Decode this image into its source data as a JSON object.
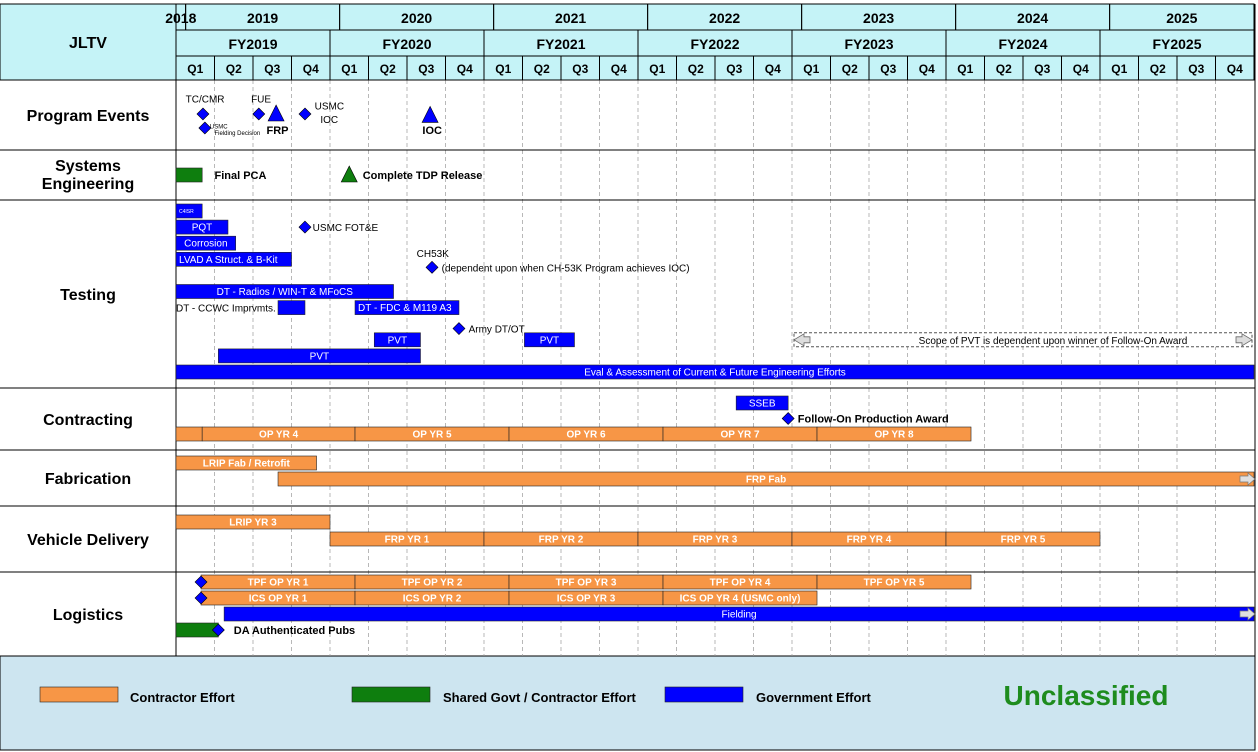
{
  "chart_data": {
    "type": "gantt",
    "title": "JLTV",
    "time_unit": "fiscal quarter index (0 = FY2019 Q1)",
    "calendar_years": [
      {
        "label": "2018",
        "start": 0,
        "end": 0.25
      },
      {
        "label": "2019",
        "start": 0.25,
        "end": 4.25
      },
      {
        "label": "2020",
        "start": 4.25,
        "end": 8.25
      },
      {
        "label": "2021",
        "start": 8.25,
        "end": 12.25
      },
      {
        "label": "2022",
        "start": 12.25,
        "end": 16.25
      },
      {
        "label": "2023",
        "start": 16.25,
        "end": 20.25
      },
      {
        "label": "2024",
        "start": 20.25,
        "end": 24.25
      },
      {
        "label": "2025",
        "start": 24.25,
        "end": 28
      }
    ],
    "fiscal_years": [
      "FY2019",
      "FY2020",
      "FY2021",
      "FY2022",
      "FY2023",
      "FY2024",
      "FY2025"
    ],
    "quarters": [
      "Q1",
      "Q2",
      "Q3",
      "Q4"
    ],
    "colors": {
      "contractor": "#F79646",
      "shared": "#0E7E0E",
      "government": "#0000FF",
      "milestone": "#0000FF",
      "header_fill": "#C5F3F7",
      "footer_fill": "#CDE5F0",
      "unclassified": "#1E8C1E"
    },
    "rows": [
      {
        "name": "Program Events",
        "bars": [],
        "milestones": [
          {
            "shape": "diamond",
            "color": "milestone",
            "at": 0.7,
            "lane": 0
          },
          {
            "shape": "diamond",
            "color": "milestone",
            "at": 0.75,
            "lane": 1
          },
          {
            "shape": "diamond",
            "color": "milestone",
            "at": 2.15,
            "lane": 0
          },
          {
            "shape": "triangle",
            "color": "milestone",
            "at": 2.6,
            "lane": 0
          },
          {
            "shape": "diamond",
            "color": "milestone",
            "at": 3.35,
            "lane": 0
          },
          {
            "shape": "triangle",
            "color": "milestone",
            "at": 6.6,
            "lane": 0.1
          }
        ],
        "labels": [
          {
            "text": "TC/CMR",
            "at": 0.25,
            "lane": -1.1,
            "bold": false
          },
          {
            "text": "FUE",
            "at": 1.95,
            "lane": -1.1,
            "bold": false
          },
          {
            "text": "USMC",
            "at": 3.6,
            "lane": -0.6,
            "bold": false
          },
          {
            "text": "IOC",
            "at": 3.75,
            "lane": 0.35,
            "bold": false
          },
          {
            "text": "USMC",
            "at": 0.88,
            "lane": 0.75,
            "bold": false,
            "small": true
          },
          {
            "text": "Fielding Decision",
            "at": 1.0,
            "lane": 1.2,
            "bold": false,
            "small": true
          },
          {
            "text": "FRP",
            "at": 2.35,
            "lane": 1.15,
            "bold": true
          },
          {
            "text": "IOC",
            "at": 6.4,
            "lane": 1.15,
            "bold": true
          }
        ]
      },
      {
        "name": "Systems Engineering",
        "bars": [
          {
            "label": "",
            "start": 0,
            "end": 0.68,
            "color": "shared",
            "lane": 0
          }
        ],
        "milestones": [
          {
            "shape": "triangle",
            "color": "shared",
            "at": 4.5,
            "lane": 0
          }
        ],
        "labels": [
          {
            "text": "Final PCA",
            "at": 1.0,
            "lane": 0,
            "bold": true
          },
          {
            "text": "Complete TDP Release",
            "at": 4.85,
            "lane": 0,
            "bold": true
          }
        ]
      },
      {
        "name": "Testing",
        "bars": [
          {
            "label": "C4ISR",
            "start": 0,
            "end": 0.68,
            "color": "government",
            "lane": 0
          },
          {
            "label": "PQT",
            "start": 0,
            "end": 1.35,
            "color": "government",
            "lane": 1
          },
          {
            "label": "Corrosion",
            "start": 0,
            "end": 1.55,
            "color": "government",
            "lane": 2
          },
          {
            "label": "LVAD A Struct. & B-Kit",
            "start": 0,
            "end": 3.0,
            "color": "government",
            "lane": 3
          },
          {
            "label": "DT - Radios / WIN-T & MFoCS",
            "start": 0,
            "end": 5.65,
            "color": "government",
            "lane": 5
          },
          {
            "label": "",
            "start": 2.65,
            "end": 3.35,
            "color": "government",
            "lane": 6
          },
          {
            "label": "DT - FDC & M119 A3",
            "start": 4.65,
            "end": 7.35,
            "color": "government",
            "lane": 6
          },
          {
            "label": "PVT",
            "start": 5.15,
            "end": 6.35,
            "color": "government",
            "lane": 8
          },
          {
            "label": "PVT",
            "start": 9.05,
            "end": 10.35,
            "color": "government",
            "lane": 8
          },
          {
            "label": "PVT",
            "start": 1.1,
            "end": 6.35,
            "color": "government",
            "lane": 9
          },
          {
            "label": "Eval & Assessment of Current & Future Engineering Efforts",
            "start": 0,
            "end": 28,
            "color": "government",
            "lane": 10
          }
        ],
        "dashed_spans": [
          {
            "label": "Scope of PVT is dependent upon winner of Follow-On Award",
            "start": 16.0,
            "end": 28,
            "lane": 8
          }
        ],
        "milestones": [
          {
            "shape": "diamond",
            "color": "milestone",
            "at": 3.35,
            "lane": 1
          },
          {
            "shape": "diamond",
            "color": "milestone",
            "at": 6.65,
            "lane": 3.5
          },
          {
            "shape": "diamond",
            "color": "milestone",
            "at": 7.35,
            "lane": 7.3
          }
        ],
        "labels": [
          {
            "text": "USMC FOT&E",
            "at": 3.55,
            "lane": 1,
            "bold": false
          },
          {
            "text": "CH53K",
            "at": 6.25,
            "lane": 2.6,
            "bold": false
          },
          {
            "text": "(dependent upon when CH-53K Program achieves IOC)",
            "at": 6.9,
            "lane": 3.5,
            "bold": false
          },
          {
            "text": "DT - CCWC Imprvmts.",
            "at": 0.0,
            "lane": 6,
            "bold": false
          },
          {
            "text": "Army DT/OT",
            "at": 7.6,
            "lane": 7.3,
            "bold": false
          }
        ]
      },
      {
        "name": "Contracting",
        "bars": [
          {
            "label": "SSEB",
            "start": 14.55,
            "end": 15.9,
            "color": "government",
            "lane": 0
          },
          {
            "label": "",
            "start": 0,
            "end": 0.68,
            "color": "contractor",
            "lane": 2
          },
          {
            "label": "OP YR 4",
            "start": 0.68,
            "end": 4.65,
            "color": "contractor",
            "lane": 2
          },
          {
            "label": "OP YR 5",
            "start": 4.65,
            "end": 8.65,
            "color": "contractor",
            "lane": 2
          },
          {
            "label": "OP YR 6",
            "start": 8.65,
            "end": 12.65,
            "color": "contractor",
            "lane": 2
          },
          {
            "label": "OP YR 7",
            "start": 12.65,
            "end": 16.65,
            "color": "contractor",
            "lane": 2
          },
          {
            "label": "OP YR 8",
            "start": 16.65,
            "end": 20.65,
            "color": "contractor",
            "lane": 2
          }
        ],
        "milestones": [
          {
            "shape": "diamond",
            "color": "milestone",
            "at": 15.9,
            "lane": 1
          }
        ],
        "labels": [
          {
            "text": "Follow-On Production Award",
            "at": 16.15,
            "lane": 1,
            "bold": true
          }
        ]
      },
      {
        "name": "Fabrication",
        "bars": [
          {
            "label": "LRIP Fab / Retrofit",
            "start": 0,
            "end": 3.65,
            "color": "contractor",
            "lane": 0
          },
          {
            "label": "FRP Fab",
            "start": 2.65,
            "end": 28,
            "color": "contractor",
            "lane": 1,
            "arrow": true
          }
        ],
        "milestones": [],
        "labels": []
      },
      {
        "name": "Vehicle Delivery",
        "bars": [
          {
            "label": "LRIP YR 3",
            "start": 0,
            "end": 4.0,
            "color": "contractor",
            "lane": 0
          },
          {
            "label": "FRP YR 1",
            "start": 4.0,
            "end": 8.0,
            "color": "contractor",
            "lane": 1
          },
          {
            "label": "FRP YR 2",
            "start": 8.0,
            "end": 12.0,
            "color": "contractor",
            "lane": 1
          },
          {
            "label": "FRP YR 3",
            "start": 12.0,
            "end": 16.0,
            "color": "contractor",
            "lane": 1
          },
          {
            "label": "FRP YR 4",
            "start": 16.0,
            "end": 20.0,
            "color": "contractor",
            "lane": 1
          },
          {
            "label": "FRP YR 5",
            "start": 20.0,
            "end": 24.0,
            "color": "contractor",
            "lane": 1
          }
        ],
        "milestones": [],
        "labels": []
      },
      {
        "name": "Logistics",
        "bars": [
          {
            "label": "TPF OP  YR 1",
            "start": 0.65,
            "end": 4.65,
            "color": "contractor",
            "lane": 0
          },
          {
            "label": "TPF OP  YR 2",
            "start": 4.65,
            "end": 8.65,
            "color": "contractor",
            "lane": 0
          },
          {
            "label": "TPF OP  YR 3",
            "start": 8.65,
            "end": 12.65,
            "color": "contractor",
            "lane": 0
          },
          {
            "label": "TPF OP  YR 4",
            "start": 12.65,
            "end": 16.65,
            "color": "contractor",
            "lane": 0
          },
          {
            "label": "TPF OP  YR 5",
            "start": 16.65,
            "end": 20.65,
            "color": "contractor",
            "lane": 0
          },
          {
            "label": "ICS OP  YR 1",
            "start": 0.65,
            "end": 4.65,
            "color": "contractor",
            "lane": 1
          },
          {
            "label": "ICS OP  YR 2",
            "start": 4.65,
            "end": 8.65,
            "color": "contractor",
            "lane": 1
          },
          {
            "label": "ICS OP  YR 3",
            "start": 8.65,
            "end": 12.65,
            "color": "contractor",
            "lane": 1
          },
          {
            "label": "ICS OP YR 4 (USMC only)",
            "start": 12.65,
            "end": 16.65,
            "color": "contractor",
            "lane": 1
          },
          {
            "label": "Fielding",
            "start": 1.25,
            "end": 28,
            "color": "government",
            "lane": 2,
            "arrow": true
          },
          {
            "label": "",
            "start": 0,
            "end": 1.1,
            "color": "shared",
            "lane": 3
          }
        ],
        "milestones": [
          {
            "shape": "diamond",
            "color": "milestone",
            "at": 0.65,
            "lane": 0
          },
          {
            "shape": "diamond",
            "color": "milestone",
            "at": 0.65,
            "lane": 1
          },
          {
            "shape": "diamond",
            "color": "milestone",
            "at": 1.1,
            "lane": 3
          }
        ],
        "labels": [
          {
            "text": "DA Authenticated Pubs",
            "at": 1.5,
            "lane": 3,
            "bold": true
          }
        ]
      }
    ],
    "legend": [
      {
        "label": "Contractor Effort",
        "color": "contractor"
      },
      {
        "label": "Shared Govt / Contractor Effort",
        "color": "shared"
      },
      {
        "label": "Government Effort",
        "color": "government"
      }
    ],
    "classification": "Unclassified"
  }
}
